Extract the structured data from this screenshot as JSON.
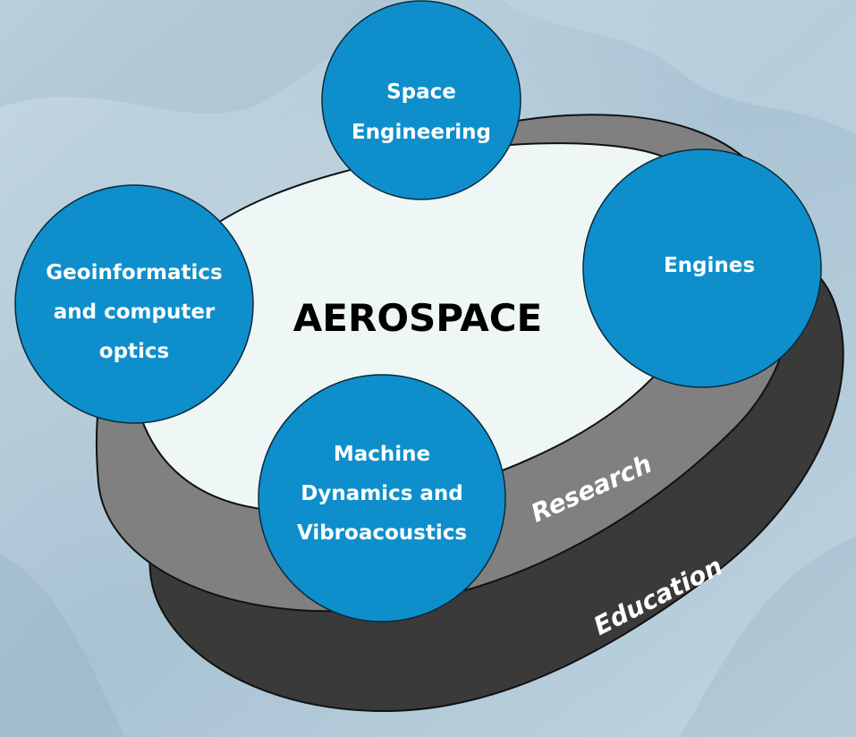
{
  "diagram": {
    "center_label": "AEROSPACE",
    "rings": [
      {
        "label": "Education"
      },
      {
        "label": "Research"
      }
    ],
    "nodes": [
      {
        "lines": [
          "Space",
          "Engineering"
        ]
      },
      {
        "lines": [
          "Engines"
        ]
      },
      {
        "lines": [
          "Geoinformatics",
          "and computer",
          "optics"
        ]
      },
      {
        "lines": [
          "Machine",
          "Dynamics and",
          "Vibroacoustics"
        ]
      }
    ]
  },
  "colors": {
    "bubble_fill": "#0e8fcb",
    "bubble_stroke": "#0a2a3a",
    "center_fill": "#eef6f6",
    "research_ring": "#7f7f7f",
    "education_ring": "#3a3a3a",
    "background": "#b8cfdd"
  }
}
